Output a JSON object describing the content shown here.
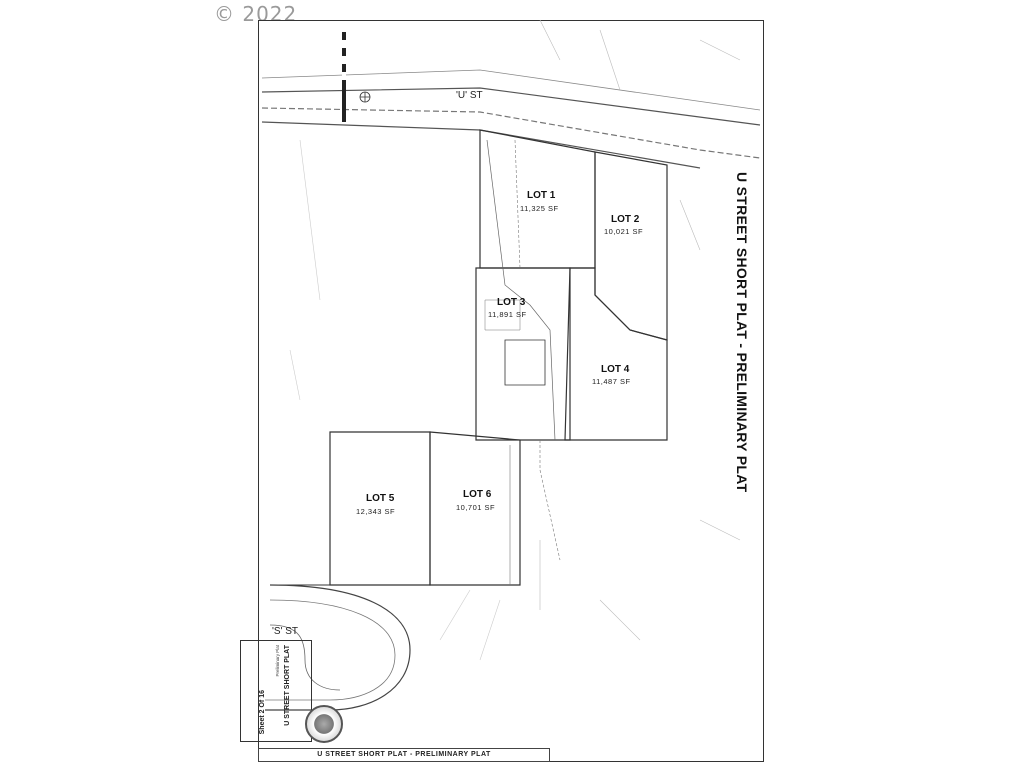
{
  "copyright": "© 2022",
  "title_vertical": "U STREET SHORT PLAT - PRELIMINARY PLAT",
  "bottom_title": "U STREET SHORT PLAT - PRELIMINARY PLAT",
  "title_block": {
    "title": "U STREET SHORT PLAT",
    "subtitle": "Preliminary Plat",
    "sheet": "Sheet 2 Of 16"
  },
  "streets": {
    "u_st": "'U' ST",
    "s_st": "'S' ST"
  },
  "lots": [
    {
      "id": "lot1",
      "label": "LOT 1",
      "area": "11,325 SF"
    },
    {
      "id": "lot2",
      "label": "LOT 2",
      "area": "10,021 SF"
    },
    {
      "id": "lot3",
      "label": "LOT 3",
      "area": "11,891 SF"
    },
    {
      "id": "lot4",
      "label": "LOT 4",
      "area": "11,487 SF"
    },
    {
      "id": "lot5",
      "label": "LOT 5",
      "area": "12,343 SF"
    },
    {
      "id": "lot6",
      "label": "LOT 6",
      "area": "10,701 SF"
    }
  ],
  "colors": {
    "line": "#333333",
    "faint": "#9a9a9a"
  }
}
